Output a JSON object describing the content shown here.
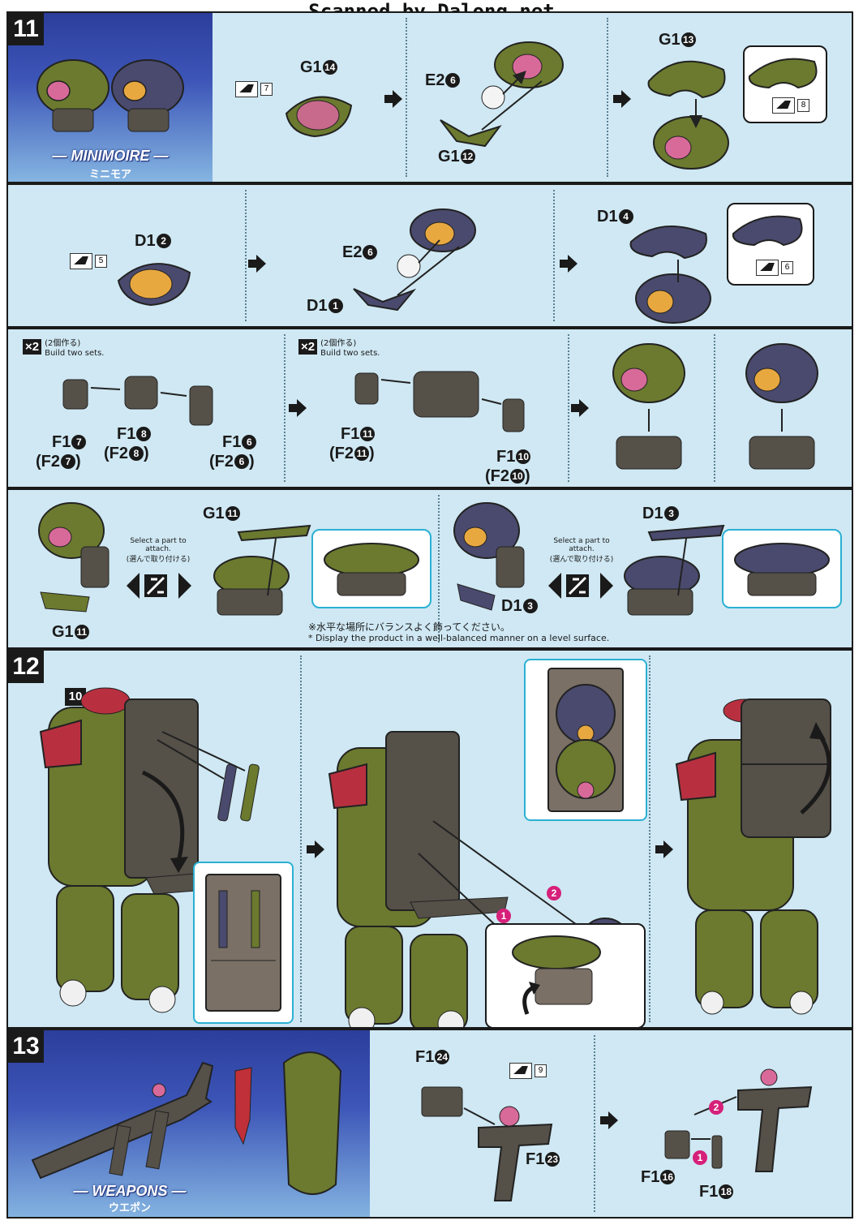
{
  "watermark": "Scanned by Dalong.net",
  "step11": {
    "number": "11",
    "banner_title": "— MINIMOIRE —",
    "banner_subtitle": "ミニモア",
    "row1": {
      "label_a": "G1",
      "label_a_num": "14",
      "sticker_a": "7",
      "label_b": "E2",
      "label_b_num": "6",
      "label_c": "G1",
      "label_c_num": "12",
      "label_d": "G1",
      "label_d_num": "13",
      "sticker_d": "8"
    },
    "row2": {
      "label_a": "D1",
      "label_a_num": "2",
      "sticker_a": "5",
      "label_b": "E2",
      "label_b_num": "6",
      "label_c": "D1",
      "label_c_num": "1",
      "label_d": "D1",
      "label_d_num": "4",
      "sticker_d": "6"
    },
    "row3": {
      "x2_label": "×2",
      "x2_jp": "(2個作る)",
      "x2_en": "Build two sets.",
      "p1": "F1",
      "p1n": "7",
      "p1b": "(F2",
      "p1bn": "7",
      "p2": "F1",
      "p2n": "8",
      "p2b": "(F2",
      "p2bn": "8",
      "p3": "F1",
      "p3n": "6",
      "p3b": "(F2",
      "p3bn": "6",
      "p4": "F1",
      "p4n": "11",
      "p4b": "(F2",
      "p4bn": "11",
      "p5": "F1",
      "p5n": "10",
      "p5b": "(F2",
      "p5bn": "10",
      "close": ")"
    },
    "row4": {
      "select_en": "Select a part to attach.",
      "select_jp": "(選んで取り付ける)",
      "g_label": "G1",
      "g_num": "11",
      "d_label": "D1",
      "d_num": "3",
      "note_jp": "※水平な場所にバランスよく飾ってください。",
      "note_en": "* Display the product in a well-balanced manner on a level surface."
    }
  },
  "step12": {
    "number": "12",
    "ref": "10",
    "marker1": "1",
    "marker2": "2"
  },
  "step13": {
    "number": "13",
    "banner_title": "— WEAPONS —",
    "banner_subtitle": "ウエポン",
    "f124": "F1",
    "f124n": "24",
    "sticker": "9",
    "f123": "F1",
    "f123n": "23",
    "f116": "F1",
    "f116n": "16",
    "f118": "F1",
    "f118n": "18",
    "marker1": "1",
    "marker2": "2"
  },
  "colors": {
    "panel": "#cfe8f3",
    "olive": "#6b7a2e",
    "purple": "#4a4a6e",
    "pink": "#d86a9a",
    "orange": "#e8a840",
    "grey": "#555048",
    "magenta_marker": "#d6207a",
    "inset_border": "#2bb0d3"
  }
}
